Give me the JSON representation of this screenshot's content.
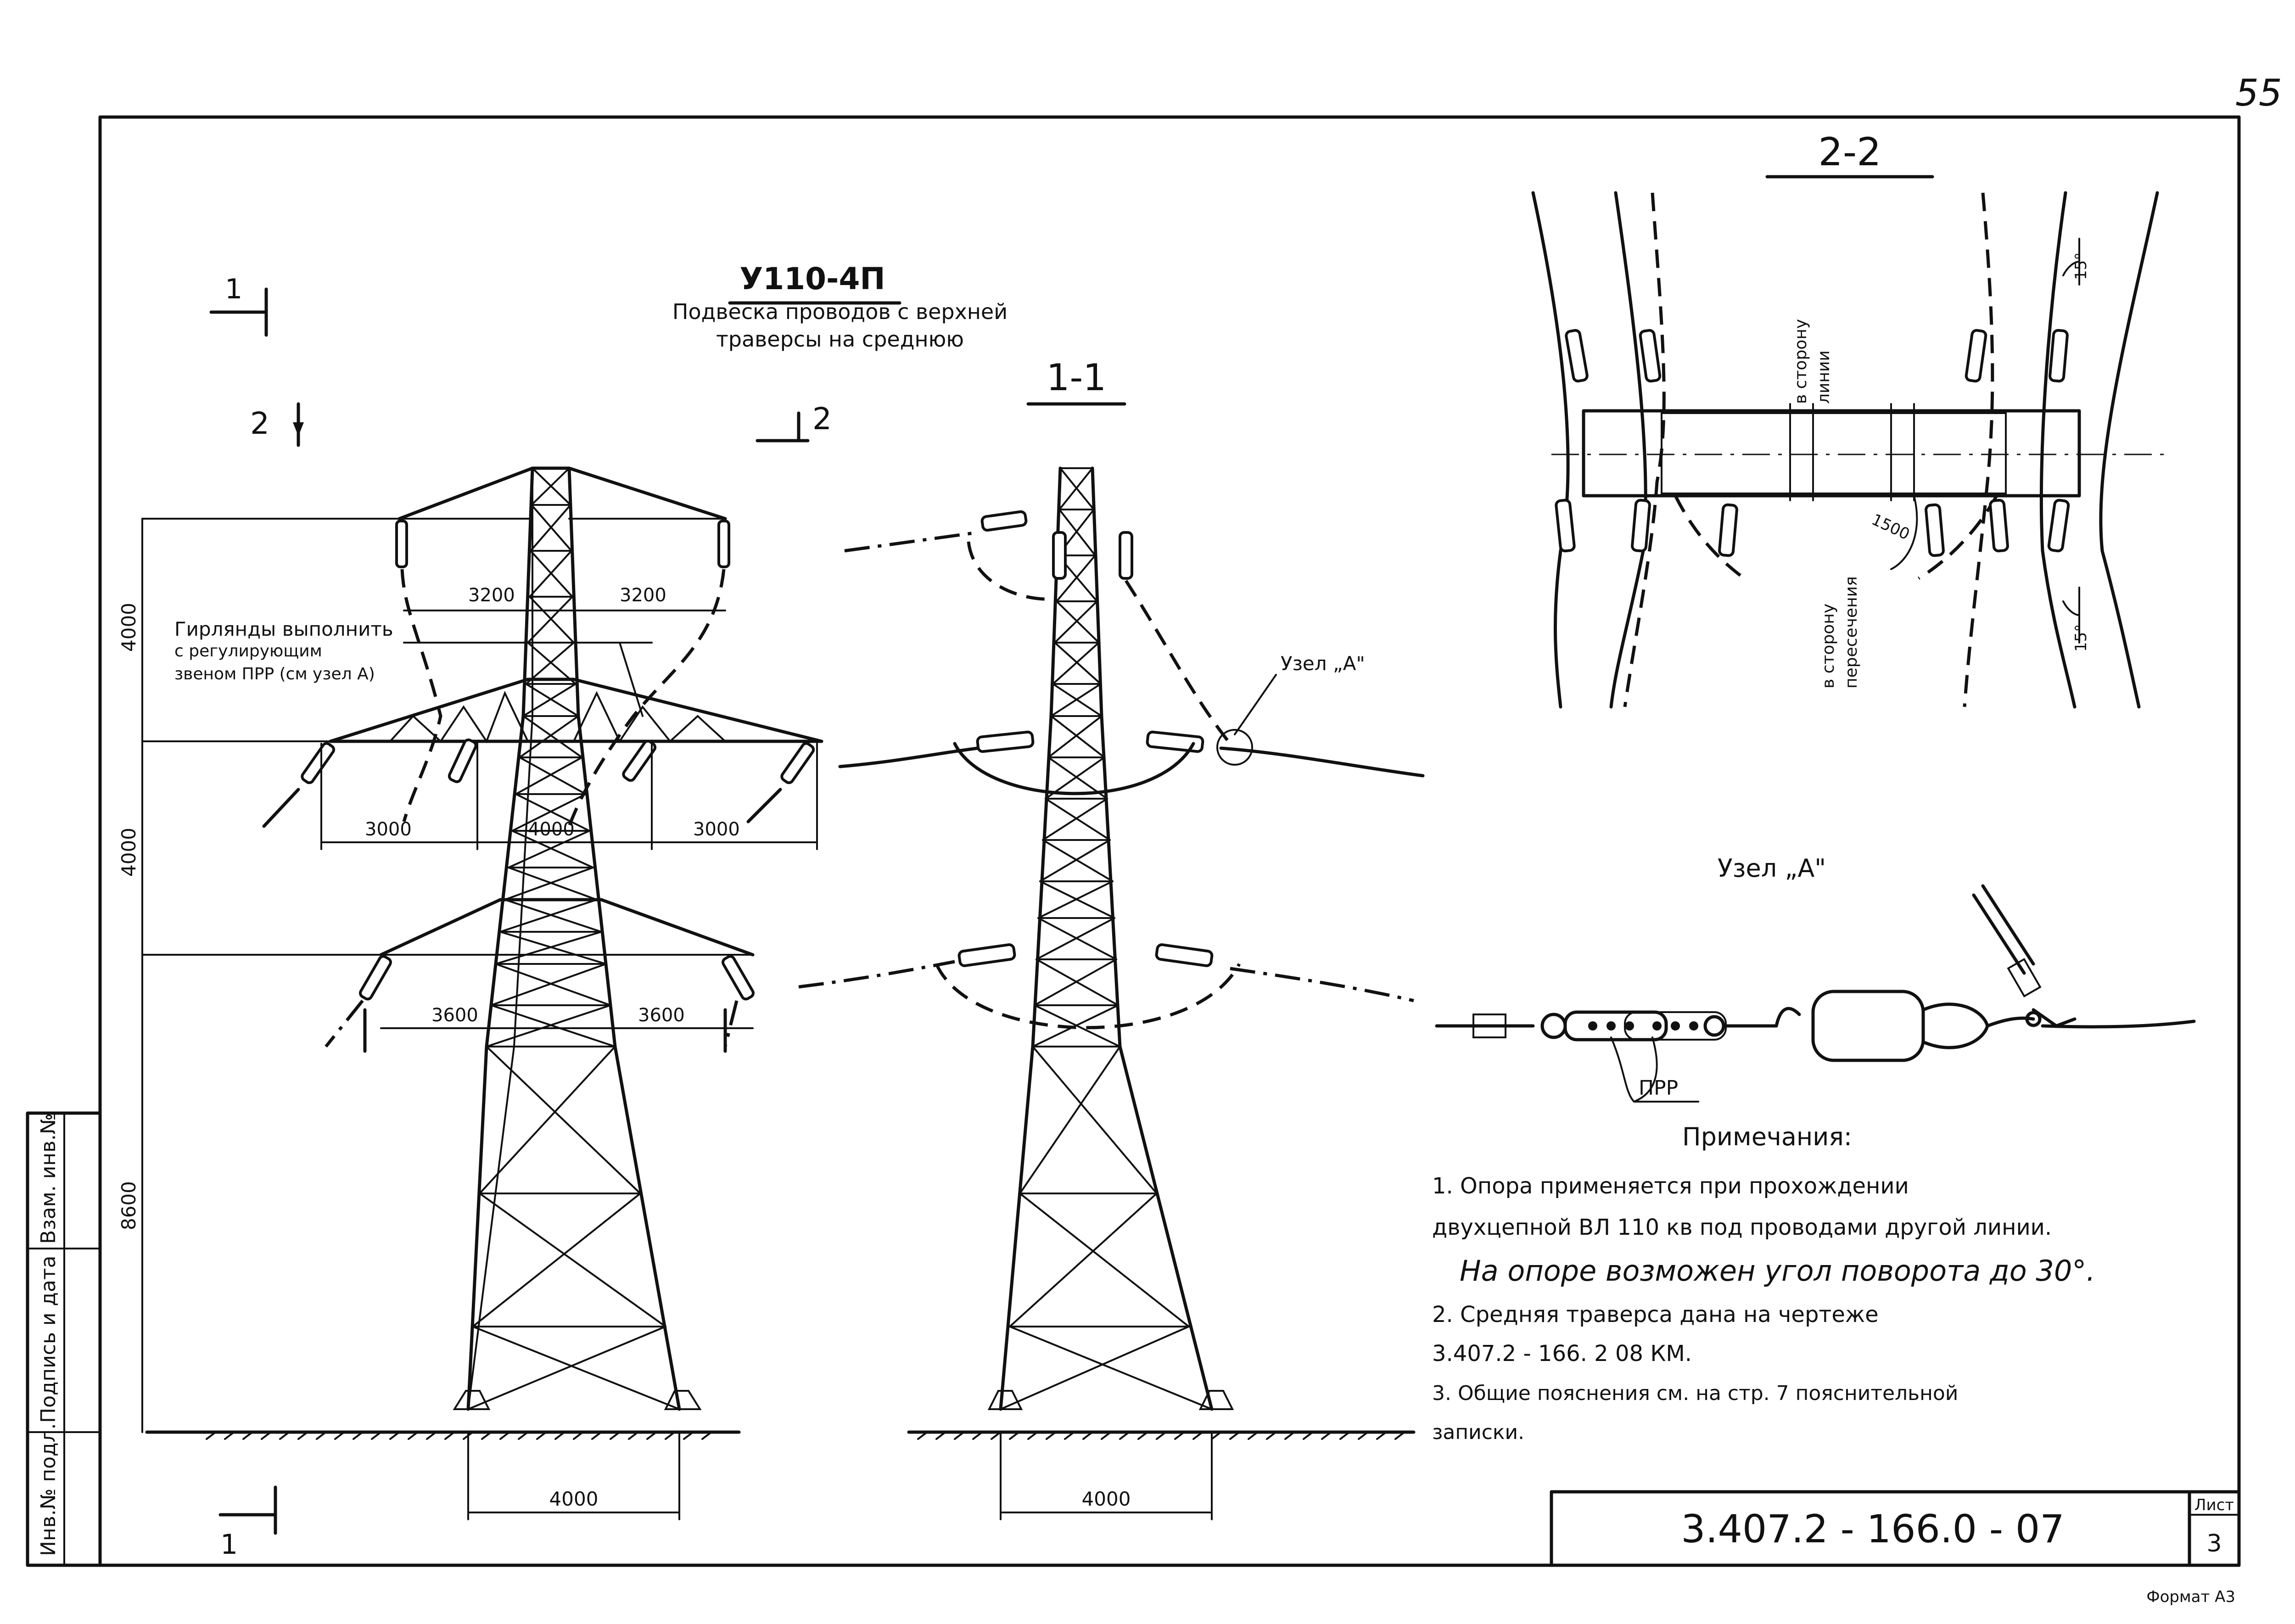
{
  "page_number": "55",
  "title": {
    "code": "У110-4П",
    "subtitle_line1": "Подвеска проводов с верхней",
    "subtitle_line2": "траверсы на среднюю"
  },
  "section_marks": {
    "one": "1",
    "two": "2"
  },
  "views": {
    "side_view_label": "1-1",
    "plan_view_label": "2-2",
    "node_label": "Узел „А\"",
    "node_detail_title": "Узел „А\""
  },
  "garland_note": {
    "line1": "Гирлянды выполнить",
    "line2": "с регулирующим",
    "line3": "звеном ПРР (см узел А)"
  },
  "dimensions": {
    "top_left": "3200",
    "top_right": "3200",
    "mid_left": "3000",
    "mid_center": "4000",
    "mid_right": "3000",
    "low_left": "3600",
    "low_right": "3600",
    "base_front": "4000",
    "base_side": "4000",
    "height_top": "4000",
    "height_mid": "4000",
    "height_low": "8600",
    "plan_radius": "1500",
    "angle_top": "15°",
    "angle_bottom": "15°"
  },
  "plan_labels": {
    "toward_line_1": "в сторону",
    "toward_line_2": "линии",
    "toward_cross_1": "в сторону",
    "toward_cross_2": "пересечения"
  },
  "node_part_label": "ПРР",
  "notes": {
    "heading": "Примечания:",
    "n1_line1": "1. Опора применяется при прохождении",
    "n1_line2": "двухцепной ВЛ 110 кв под проводами другой линии.",
    "n1_line3": "На опоре возможен угол поворота до 30°.",
    "n2_line1": "2. Средняя траверса дана на чертеже",
    "n2_line2": "3.407.2 - 166. 2 08 КМ.",
    "n3_line1": "3. Общие пояснения см. на стр. 7 пояснительной",
    "n3_line2": "записки."
  },
  "stamp": {
    "document_code": "3.407.2 - 166.0 - 07",
    "sheet_label": "Лист",
    "sheet_number": "3"
  },
  "side_stamp": {
    "inv_podl": "Инв.№ подл.",
    "podpis_data": "Подпись и дата",
    "vzam_inv": "Взам. инв.№"
  },
  "format_label": "Формат А3"
}
